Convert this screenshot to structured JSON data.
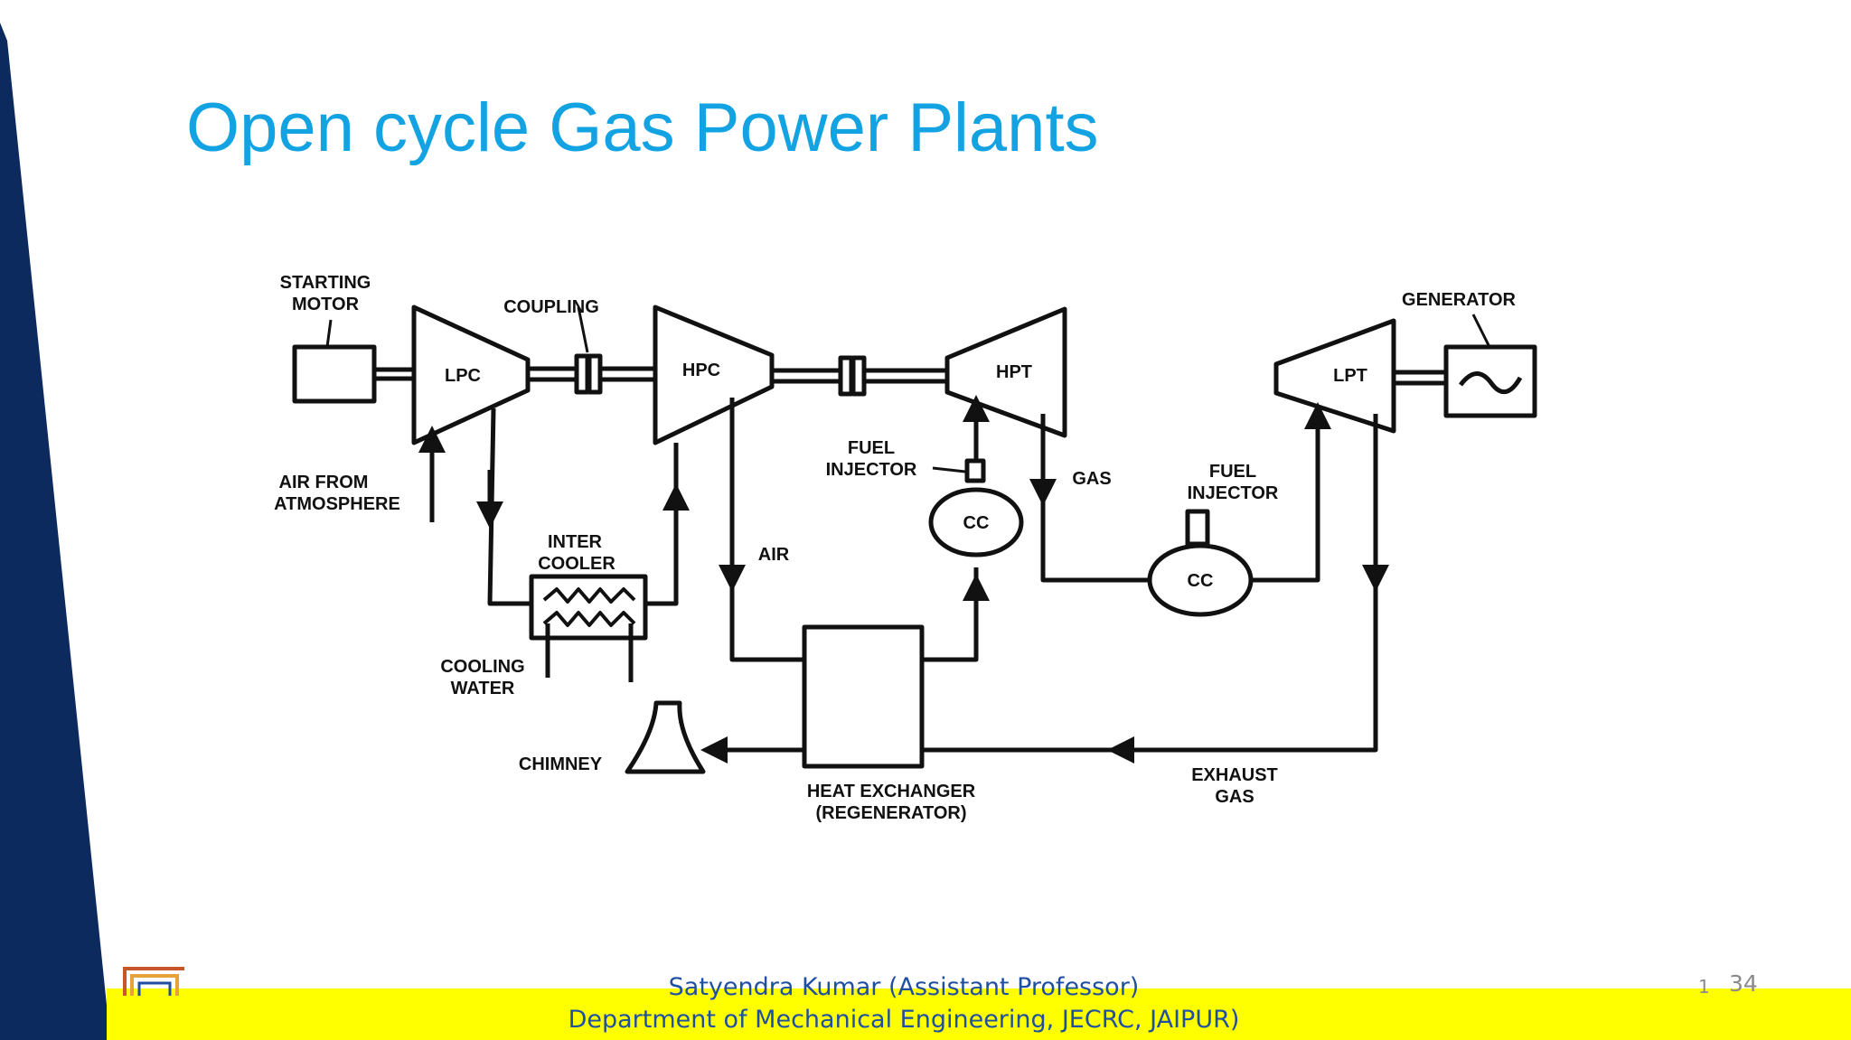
{
  "slide": {
    "title": "Open cycle Gas Power Plants",
    "footer_line1": "Satyendra Kumar (Assistant Professor)",
    "footer_line2": "Department of Mechanical Engineering, JECRC, JAIPUR)",
    "page_marker": "1",
    "page_number": "34"
  },
  "diagram": {
    "labels": {
      "starting_motor_1": "STARTING",
      "starting_motor_2": "MOTOR",
      "coupling": "COUPLING",
      "lpc": "LPC",
      "hpc": "HPC",
      "hpt": "HPT",
      "lpt": "LPT",
      "generator": "GENERATOR",
      "air_from_1": "AIR FROM",
      "air_from_2": "ATMOSPHERE",
      "inter_1": "INTER",
      "inter_2": "COOLER",
      "cooling_1": "COOLING",
      "cooling_2": "WATER",
      "fuel_injector_1a": "FUEL",
      "fuel_injector_1b": "INJECTOR",
      "cc_1": "CC",
      "air": "AIR",
      "gas": "GAS",
      "fuel_injector_2a": "FUEL",
      "fuel_injector_2b": "INJECTOR",
      "cc_2": "CC",
      "chimney": "CHIMNEY",
      "heat_exchanger_1": "HEAT EXCHANGER",
      "heat_exchanger_2": "(REGENERATOR)",
      "exhaust_1": "EXHAUST",
      "exhaust_2": "GAS",
      "generator_symbol": "~"
    }
  },
  "colors": {
    "title": "#13A3E2",
    "left_band": "#0D2A5E",
    "footer_band": "#FFFF00",
    "footer_text": "#1F4FA0",
    "diagram_ink": "#111111"
  }
}
